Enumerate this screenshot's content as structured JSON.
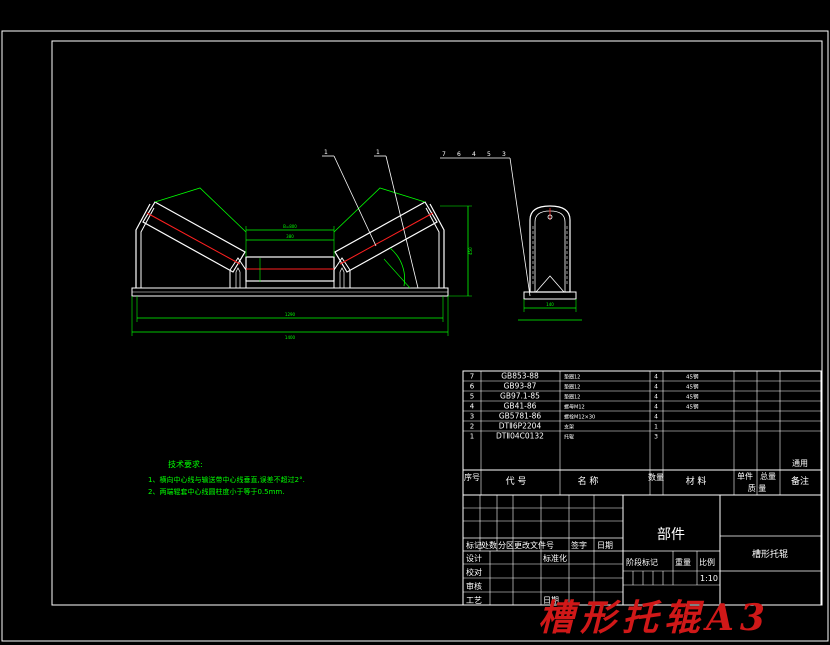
{
  "colors": {
    "background": "#000000",
    "frame": "#ffffff",
    "dimension": "#00ff00",
    "centerline": "#ff2020",
    "notes": "#00ff00",
    "watermark": "#d01818"
  },
  "notes": {
    "title": "技术要求:",
    "items": [
      "1、横向中心线与输送带中心线垂直,误差不超过2°.",
      "2、两端辊套中心线圆柱度小于等于0.5mm."
    ]
  },
  "dims": {
    "top_outer": "B=800",
    "top_inner": "380",
    "overall": "1290",
    "base": "1400",
    "height": "450",
    "side_base": "140"
  },
  "leaders": {
    "front": [
      "1",
      "1"
    ],
    "side": [
      "7",
      "6",
      "4",
      "5",
      "3"
    ]
  },
  "parts": [
    {
      "no": "7",
      "code": "GB853-88",
      "name": "垫圈12",
      "qty": "4",
      "material": "45钢"
    },
    {
      "no": "6",
      "code": "GB93-87",
      "name": "垫圈12",
      "qty": "4",
      "material": "45钢"
    },
    {
      "no": "5",
      "code": "GB97.1-85",
      "name": "垫圈12",
      "qty": "4",
      "material": "45钢"
    },
    {
      "no": "4",
      "code": "GB41-86",
      "name": "螺母M12",
      "qty": "4",
      "material": "45钢"
    },
    {
      "no": "3",
      "code": "GB5781-86",
      "name": "螺栓M12×30",
      "qty": "4",
      "material": ""
    },
    {
      "no": "2",
      "code": "DTⅡ6P2204",
      "name": "支架",
      "qty": "1",
      "material": ""
    },
    {
      "no": "1",
      "code": "DTⅡ04C0132",
      "name": "托辊",
      "qty": "3",
      "material": ""
    }
  ],
  "parts_header": {
    "no": "序号",
    "code": "代 号",
    "name": "名 称",
    "qty": "数量",
    "material": "材 料",
    "unit_mass": "单件",
    "total_mass": "总量",
    "mass": "质 量",
    "remark": "备注",
    "common": "通用"
  },
  "title_block": {
    "part": "部件",
    "drawing_name": "槽形托辊",
    "mark": "标记",
    "count": "处数",
    "zone": "分区",
    "change_doc": "更改文件号",
    "sign": "签字",
    "date": "日期",
    "design": "设计",
    "standard": "标准化",
    "check": "校对",
    "review": "审核",
    "process": "工艺",
    "date2": "日期",
    "stage_mark": "阶段标记",
    "weight": "重量",
    "ratio": "比例",
    "scale": "1:10"
  },
  "watermark": "槽形托辊A3"
}
